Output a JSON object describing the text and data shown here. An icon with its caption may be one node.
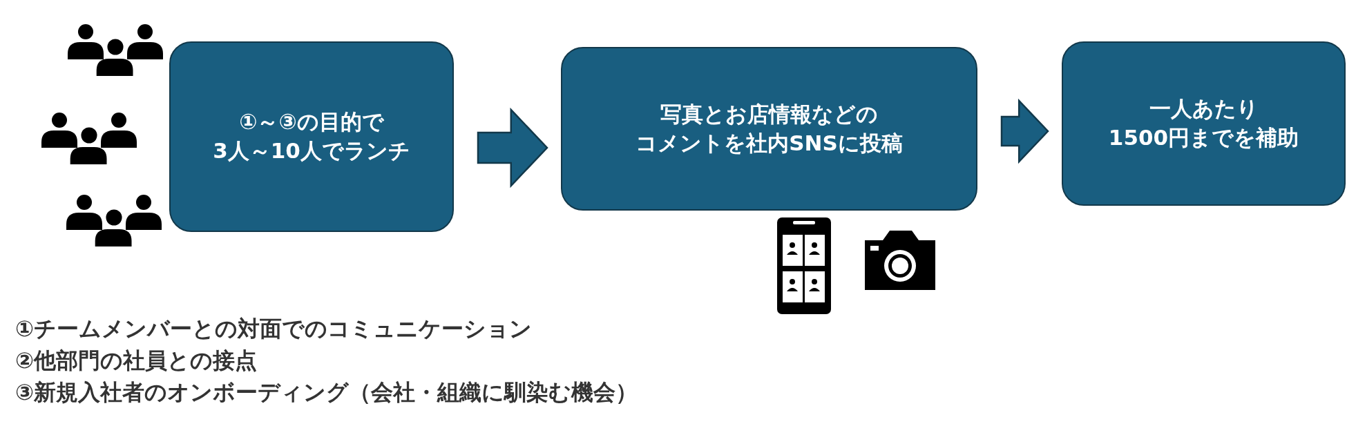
{
  "diagram": {
    "nodes": [
      {
        "text": [
          "①～③の目的で3人～10人でランチ"
        ]
      },
      {
        "text": [
          "写真とお店情報などのコメントを社内SNSに投稿"
        ]
      },
      {
        "text": [
          "一人あたり1500円までを補助"
        ]
      }
    ],
    "edges": [
      {
        "from": 0,
        "to": 1,
        "arrow": "to"
      },
      {
        "from": 1,
        "to": 2,
        "arrow": "to"
      }
    ],
    "labels": [
      "①チームメンバーとの対面でのコミュニケーション",
      "②他部門の社員との接点",
      "③新規入社者のオンボーディング（会社・組織に馴染む機会）"
    ]
  }
}
